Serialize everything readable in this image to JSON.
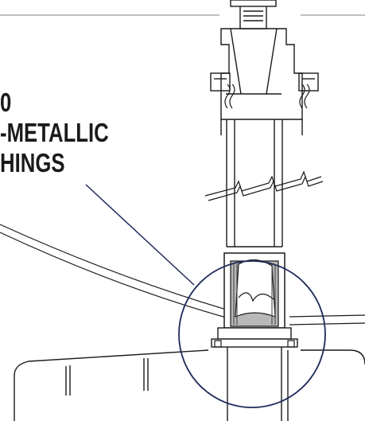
{
  "callout": {
    "lines": [
      "0",
      "-METALLIC",
      "HINGS"
    ]
  },
  "colors": {
    "outline": "#1a1a1a",
    "detail_circle": "#1e2a5a",
    "leader_line": "#1e2a5a",
    "casting": "#b8b8b8",
    "casting_edge": "#3a3a3a",
    "background": "#ffffff"
  }
}
